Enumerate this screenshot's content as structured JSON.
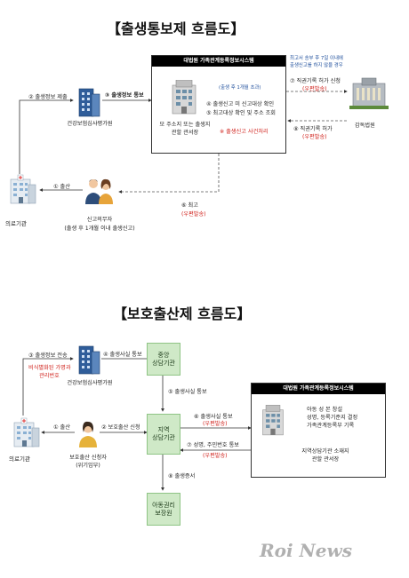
{
  "diagram1": {
    "title": "【출생통보제 흐름도】",
    "panel_header": "대법원 가족관계등록정보시스템",
    "office": [
      "모 주소지 또는 출생지",
      "관할 관서장"
    ],
    "within_month": "(출생 후 1개월 초과)",
    "step4": "④ 출생신고 미 신고대상 확인",
    "step5": "⑤ 최고대상 확인 및 주소 조회",
    "warning": "※ 출생신고 사건처리",
    "step1": "① 출산",
    "step2": "② 출생정보 제출",
    "step3": "③ 출생정보 통보",
    "step6": "⑥ 최고",
    "step6_note": "(우편발송)",
    "step7": "⑦ 직권기록 허가 신청",
    "step7_note": "(우편발송)",
    "step8": "⑧ 직권기록 허가",
    "step8_note": "(우편발송)",
    "court_note": [
      "최고서 송부 후 7일 이내에",
      "출생신고를 하지 않을 경우"
    ],
    "hospital": "의료기관",
    "insurance": "건강보험심사평가원",
    "court": "감독법원",
    "parent": "신고의무자",
    "parent_note": "(출생 후 1개월 이내 출생신고)"
  },
  "diagram2": {
    "title": "【보호출산제 흐름도】",
    "panel_header": "대법원 가족관계등록정보시스템",
    "central": [
      "중앙",
      "상담기관"
    ],
    "local": [
      "지역",
      "상담기관"
    ],
    "child": [
      "아동권리",
      "보장원"
    ],
    "office": [
      "지역상담기관 소재지",
      "관할 관서장"
    ],
    "office_tasks": [
      "아동 성 본 창설",
      "성명, 등록기준지 결정",
      "가족관계등록부 기록"
    ],
    "hospital": "의료기관",
    "insurance": "건강보험심사평가원",
    "mother": "보호출산 신청자",
    "mother_note": "(위기임부)",
    "step1": "① 출산",
    "step2": "② 보호출산 신청",
    "step3": "③ 출생정보 전송",
    "step3_note": [
      "비식별화된 가명과",
      "관리번호"
    ],
    "step4": "④ 출생사실 통보",
    "step5": "⑤ 출생사실 통보",
    "step6": "⑥ 출생사실 통보",
    "step6_note": "(우편발송)",
    "step7": "⑦ 성명, 주민번호 통보",
    "step7_note": "(우편발송)",
    "step8": "⑧ 출생증서"
  },
  "watermark": "Roi News"
}
